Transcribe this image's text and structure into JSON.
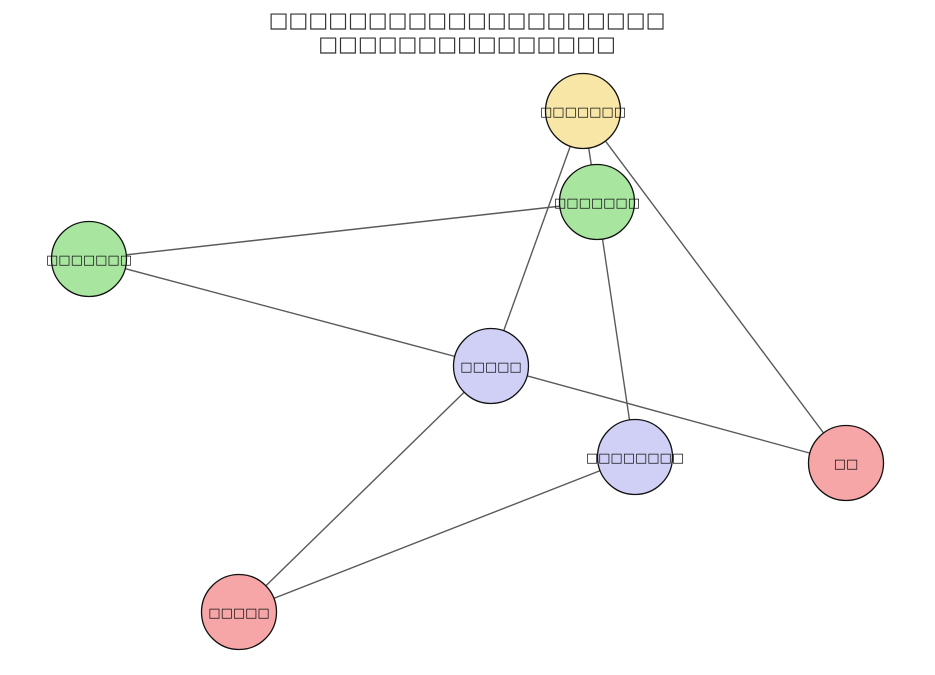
{
  "diagram": {
    "title_lines": [
      "□□□□□□□□□□□□□□□□□□□□",
      "□□□□□□□□□□□□□□□"
    ],
    "colors": {
      "yellow": "#f7e6a6",
      "green": "#a8e6a0",
      "blue": "#d0d0f7",
      "red": "#f7a6a8"
    },
    "nodes": [
      {
        "id": "n1",
        "label": "□□□□□□□",
        "color": "yellow"
      },
      {
        "id": "n2",
        "label": "□□□□□□□",
        "color": "green"
      },
      {
        "id": "n3",
        "label": "□□□□□□□",
        "color": "green"
      },
      {
        "id": "n4",
        "label": "□□□□□",
        "color": "blue"
      },
      {
        "id": "n5",
        "label": "□□□□□□□□",
        "color": "blue"
      },
      {
        "id": "n6",
        "label": "□□",
        "color": "red"
      },
      {
        "id": "n7",
        "label": "□□□□□",
        "color": "red"
      }
    ],
    "edges": [
      [
        "n1",
        "n2"
      ],
      [
        "n1",
        "n4"
      ],
      [
        "n1",
        "n6"
      ],
      [
        "n2",
        "n3"
      ],
      [
        "n2",
        "n5"
      ],
      [
        "n3",
        "n4"
      ],
      [
        "n4",
        "n6"
      ],
      [
        "n4",
        "n7"
      ],
      [
        "n5",
        "n7"
      ]
    ]
  }
}
